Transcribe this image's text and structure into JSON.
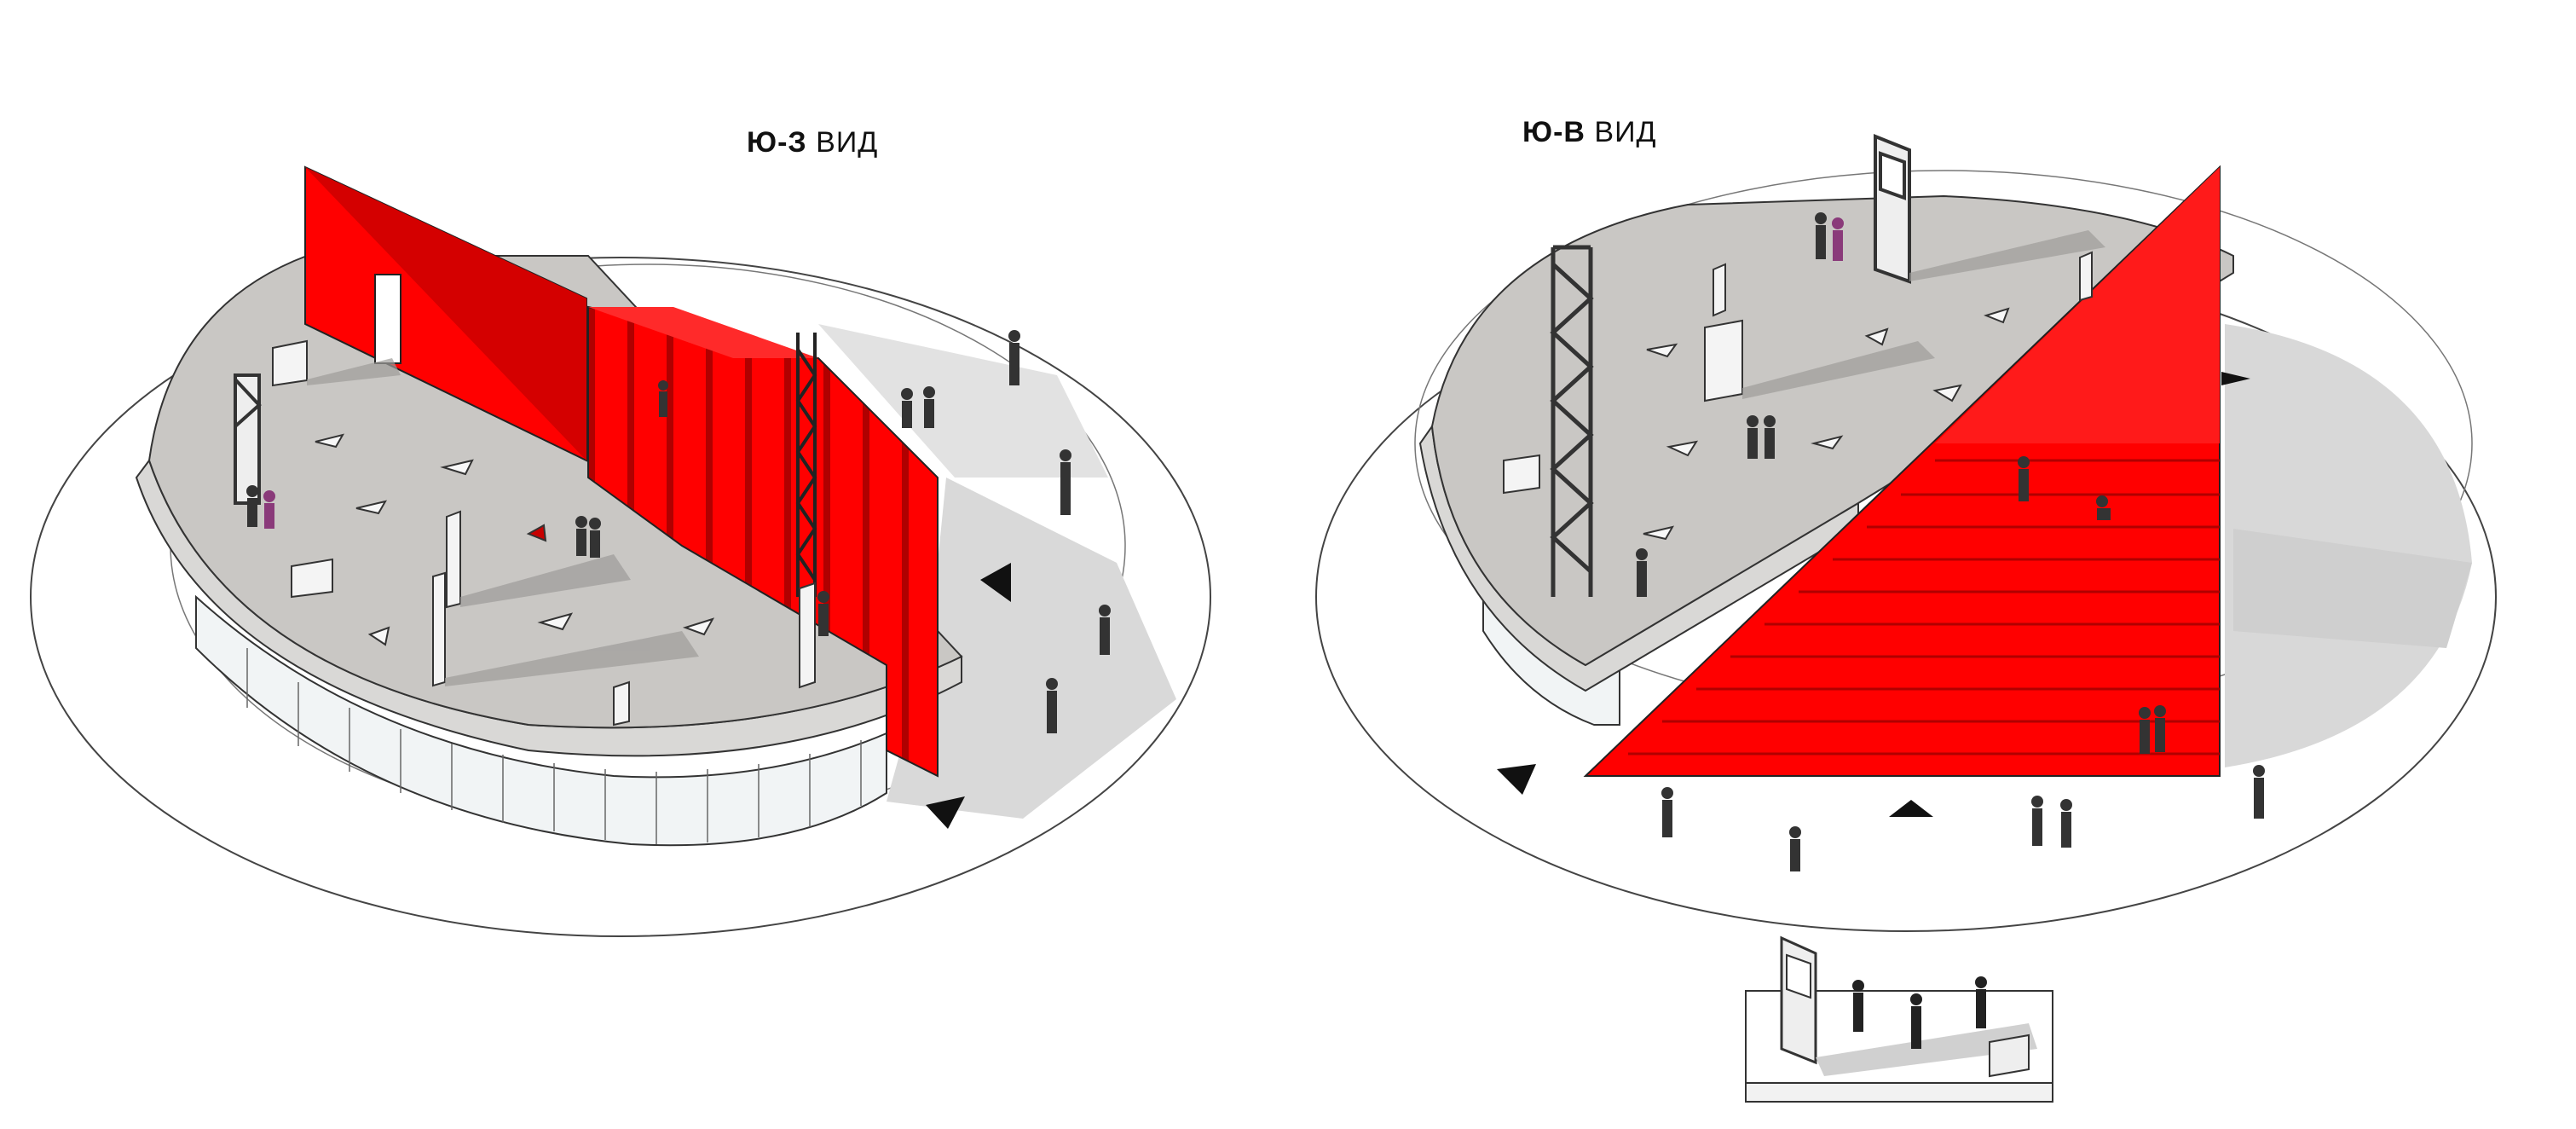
{
  "views": [
    {
      "code": "Ю-З",
      "word": "ВИД"
    },
    {
      "code": "Ю-В",
      "word": "ВИД"
    }
  ],
  "colors": {
    "accent_red": "#ff0000",
    "dark_red": "#c40000",
    "deck_grey": "#c9c7c4",
    "shadow_grey": "#d6d6d6",
    "line": "#555555",
    "glass": "#eef2f4"
  }
}
